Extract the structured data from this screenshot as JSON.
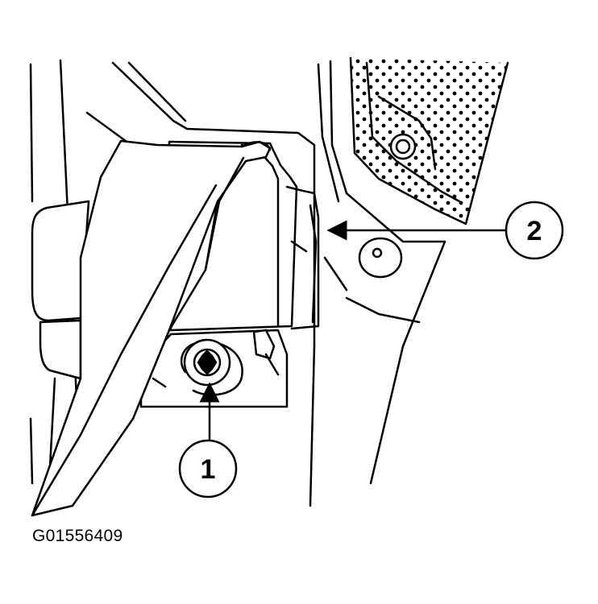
{
  "figure": {
    "id": "G01556409",
    "callouts": [
      {
        "number": "1"
      },
      {
        "number": "2"
      }
    ]
  },
  "colors": {
    "ink": "#000000",
    "paper": "#ffffff"
  }
}
